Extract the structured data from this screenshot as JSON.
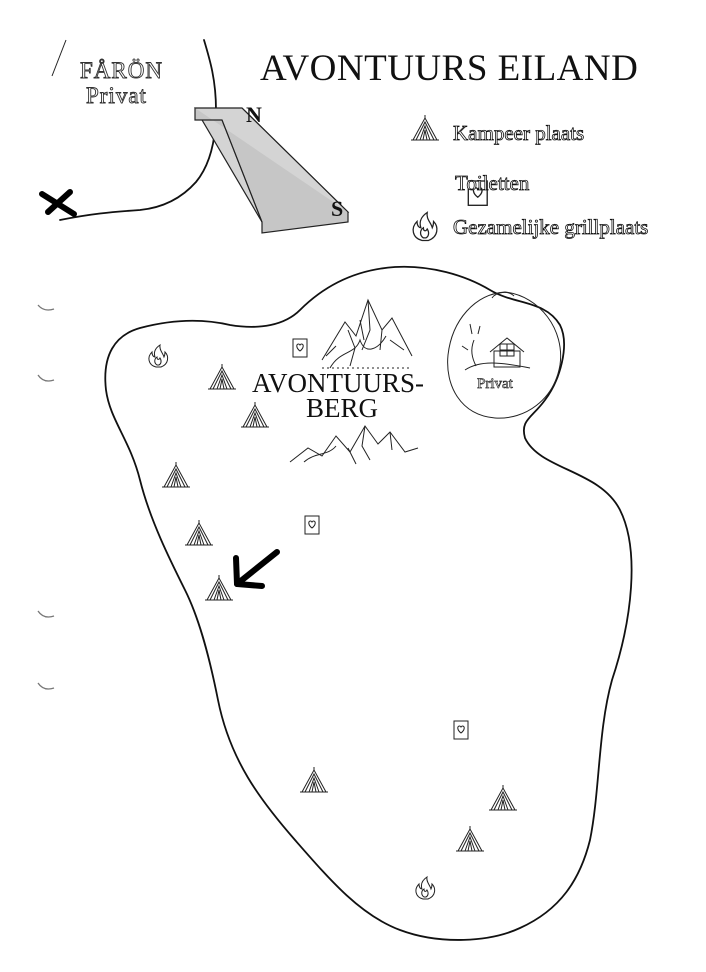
{
  "title": "AVONTUURS EILAND",
  "faron": {
    "name": "FÅRÖN",
    "privat": "Privat"
  },
  "compass": {
    "north": "N",
    "south": "S"
  },
  "legend": [
    {
      "icon": "tent-icon",
      "label": "Kampeer plaats"
    },
    {
      "icon": "toilet-icon",
      "label": "Toiletten"
    },
    {
      "icon": "fire-icon",
      "label": "Gezamelijke grillplaats"
    }
  ],
  "mountain": {
    "line1": "AVONTUURS-",
    "line2": "BERG"
  },
  "private_area": {
    "label": "Privat"
  },
  "colors": {
    "ink": "#111111",
    "compass_fill": "#d4d4d4",
    "marker": "#000000"
  }
}
